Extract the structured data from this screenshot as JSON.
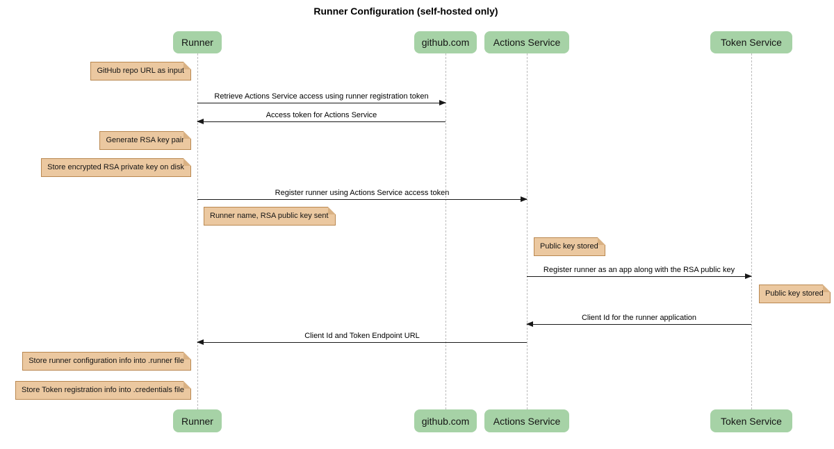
{
  "title": "Runner Configuration (self-hosted only)",
  "diagram_type": "sequence",
  "participants": [
    {
      "name": "Runner"
    },
    {
      "name": "github.com"
    },
    {
      "name": "Actions Service"
    },
    {
      "name": "Token Service"
    }
  ],
  "messages": [
    {
      "from": "Runner",
      "to": "github.com",
      "label": "Retrieve Actions Service access using runner registration token"
    },
    {
      "from": "github.com",
      "to": "Runner",
      "label": "Access token for Actions Service"
    },
    {
      "from": "Runner",
      "to": "Actions Service",
      "label": "Register runner using Actions Service access token"
    },
    {
      "from": "Actions Service",
      "to": "Token Service",
      "label": "Register runner as an app along with the RSA public key"
    },
    {
      "from": "Token Service",
      "to": "Actions Service",
      "label": "Client Id for the runner application"
    },
    {
      "from": "Actions Service",
      "to": "Runner",
      "label": "Client Id and Token Endpoint URL"
    }
  ],
  "notes": [
    {
      "text": "GitHub repo URL as input",
      "anchor": "left of Runner"
    },
    {
      "text": "Generate RSA key pair",
      "anchor": "left of Runner"
    },
    {
      "text": "Store encrypted RSA private key on disk",
      "anchor": "left of Runner"
    },
    {
      "text": "Runner name, RSA public key sent",
      "anchor": "right of Runner"
    },
    {
      "text": "Public key stored",
      "anchor": "right of Actions Service"
    },
    {
      "text": "Public key stored",
      "anchor": "right of Token Service"
    },
    {
      "text": "Store runner configuration info into .runner file",
      "anchor": "left of Runner"
    },
    {
      "text": "Store Token registration info into .credentials file",
      "anchor": "left of Runner"
    }
  ],
  "colors": {
    "participant_fill": "#A6D2A6",
    "note_fill": "#EBC8A0",
    "note_border": "#B9874F",
    "lifeline": "#BBBBBB",
    "arrow": "#181818",
    "background": "#FFFFFF"
  }
}
